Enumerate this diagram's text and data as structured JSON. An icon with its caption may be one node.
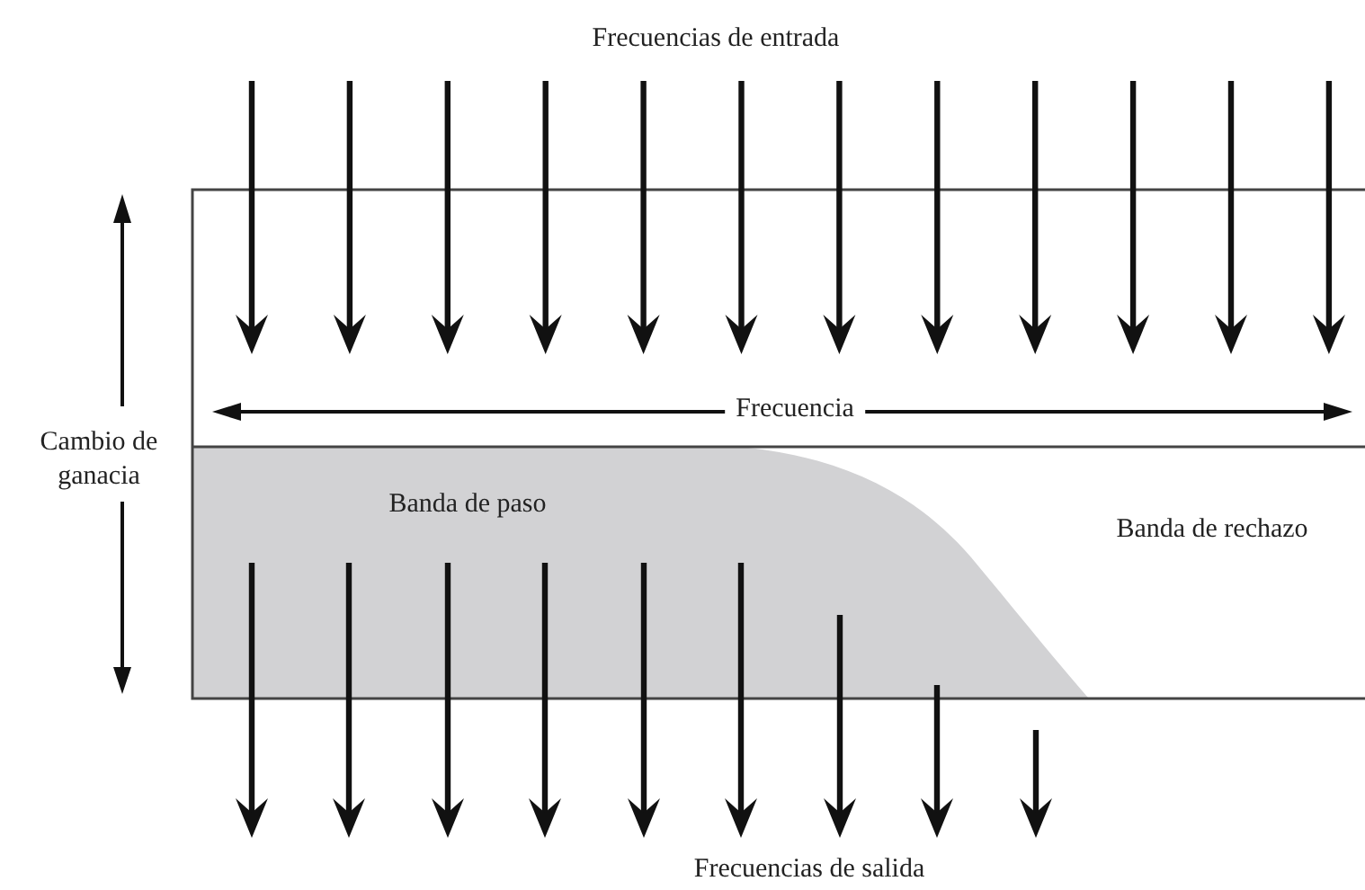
{
  "diagram": {
    "labels": [
      "Frecuencias de entrada",
      "Frecuencia",
      "Cambio de ganacia",
      "Banda de paso",
      "Banda de rechazo",
      "Frecuencias de salida"
    ]
  }
}
